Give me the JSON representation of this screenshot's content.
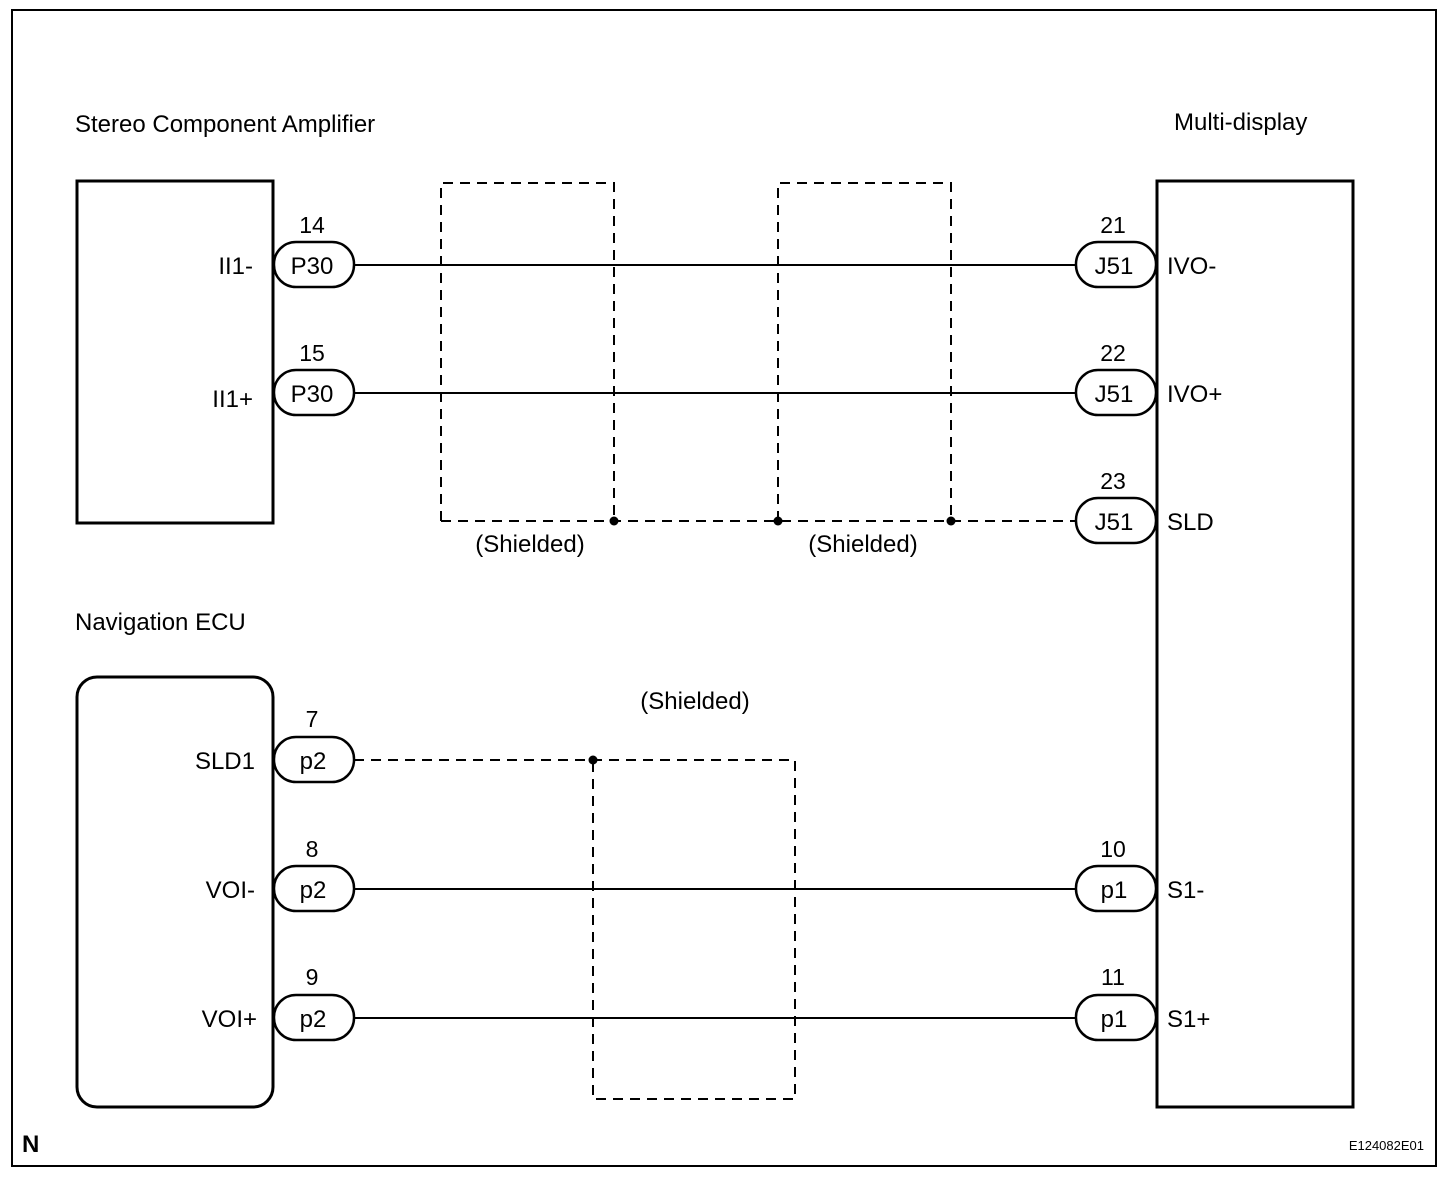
{
  "components": {
    "amplifier": {
      "label": "Stereo Component Amplifier"
    },
    "multidisplay": {
      "label": "Multi-display"
    },
    "navigation": {
      "label": "Navigation ECU"
    }
  },
  "amplifier_pins": [
    {
      "number": "14",
      "connector": "P30",
      "signal": "II1-"
    },
    {
      "number": "15",
      "connector": "P30",
      "signal": "II1+"
    }
  ],
  "multidisplay_pins": [
    {
      "number": "21",
      "connector": "J51",
      "signal": "IVO-"
    },
    {
      "number": "22",
      "connector": "J51",
      "signal": "IVO+"
    },
    {
      "number": "23",
      "connector": "J51",
      "signal": "SLD"
    },
    {
      "number": "10",
      "connector": "p1",
      "signal": "S1-"
    },
    {
      "number": "11",
      "connector": "p1",
      "signal": "S1+"
    }
  ],
  "navigation_pins": [
    {
      "number": "7",
      "connector": "p2",
      "signal": "SLD1"
    },
    {
      "number": "8",
      "connector": "p2",
      "signal": "VOI-"
    },
    {
      "number": "9",
      "connector": "p2",
      "signal": "VOI+"
    }
  ],
  "shield_labels": [
    "(Shielded)",
    "(Shielded)",
    "(Shielded)"
  ],
  "corner_mark": "N",
  "figure_code": "E124082E01"
}
